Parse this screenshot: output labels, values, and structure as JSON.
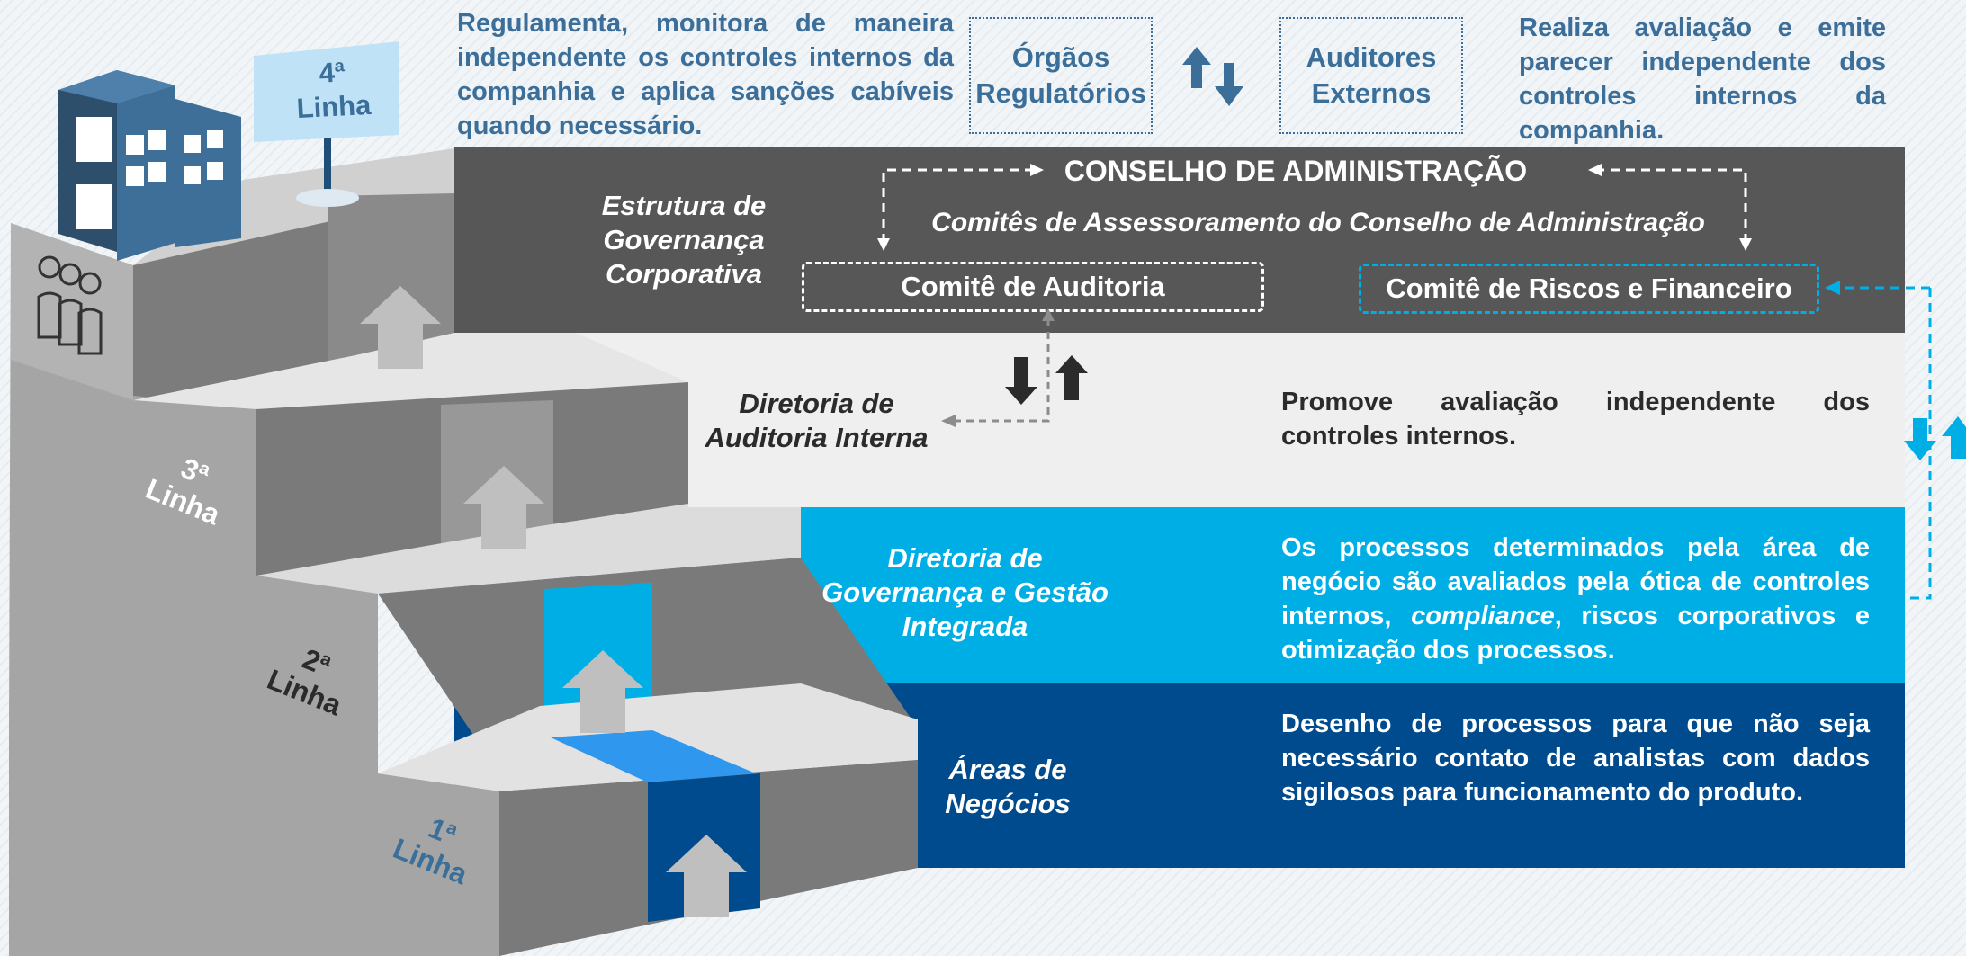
{
  "top": {
    "left_text": "Regulamenta, monitora de maneira independente os controles internos da companhia e aplica sanções cabíveis quando necessário.",
    "regulators_line1": "Órgãos",
    "regulators_line2": "Regulatórios",
    "auditors_line1": "Auditores",
    "auditors_line2": "Externos",
    "right_text": "Realiza avaliação e emite parecer independente dos controles internos da companhia."
  },
  "lines": {
    "line4": {
      "num": "4ª",
      "word": "Linha"
    },
    "line3": {
      "num": "3ª",
      "word": "Linha"
    },
    "line2": {
      "num": "2ª",
      "word": "Linha"
    },
    "line1": {
      "num": "1ª",
      "word": "Linha"
    }
  },
  "governance": {
    "label_line1": "Estrutura de",
    "label_line2": "Governança",
    "label_line3": "Corporativa",
    "board": "CONSELHO DE ADMINISTRAÇÃO",
    "committees": "Comitês de Assessoramento do Conselho de Administração",
    "audit_committee": "Comitê de Auditoria",
    "risk_committee": "Comitê de Riscos e Financeiro"
  },
  "internal_audit": {
    "label_line1": "Diretoria de",
    "label_line2": "Auditoria Interna",
    "description": "Promove avaliação independente dos controles internos."
  },
  "governance_mgmt": {
    "label_line1": "Diretoria de",
    "label_line2": "Governança e Gestão",
    "label_line3": "Integrada",
    "desc_part1": "Os processos determinados pela área de negócio são avaliados pela ótica de controles internos, ",
    "desc_italic": "compliance",
    "desc_part2": ", riscos corporativos e otimização dos processos."
  },
  "business": {
    "label_line1": "Áreas de",
    "label_line2": "Negócios",
    "description": "Desenho de processos para que não seja necessário contato de analistas com dados sigilosos para funcionamento do produto."
  },
  "colors": {
    "governance_band": "#575757",
    "audit_band": "#efeff0",
    "gov_mgmt_band": "#00aee6",
    "business_band": "#004b8d",
    "accent_text": "#3b6f9a"
  }
}
